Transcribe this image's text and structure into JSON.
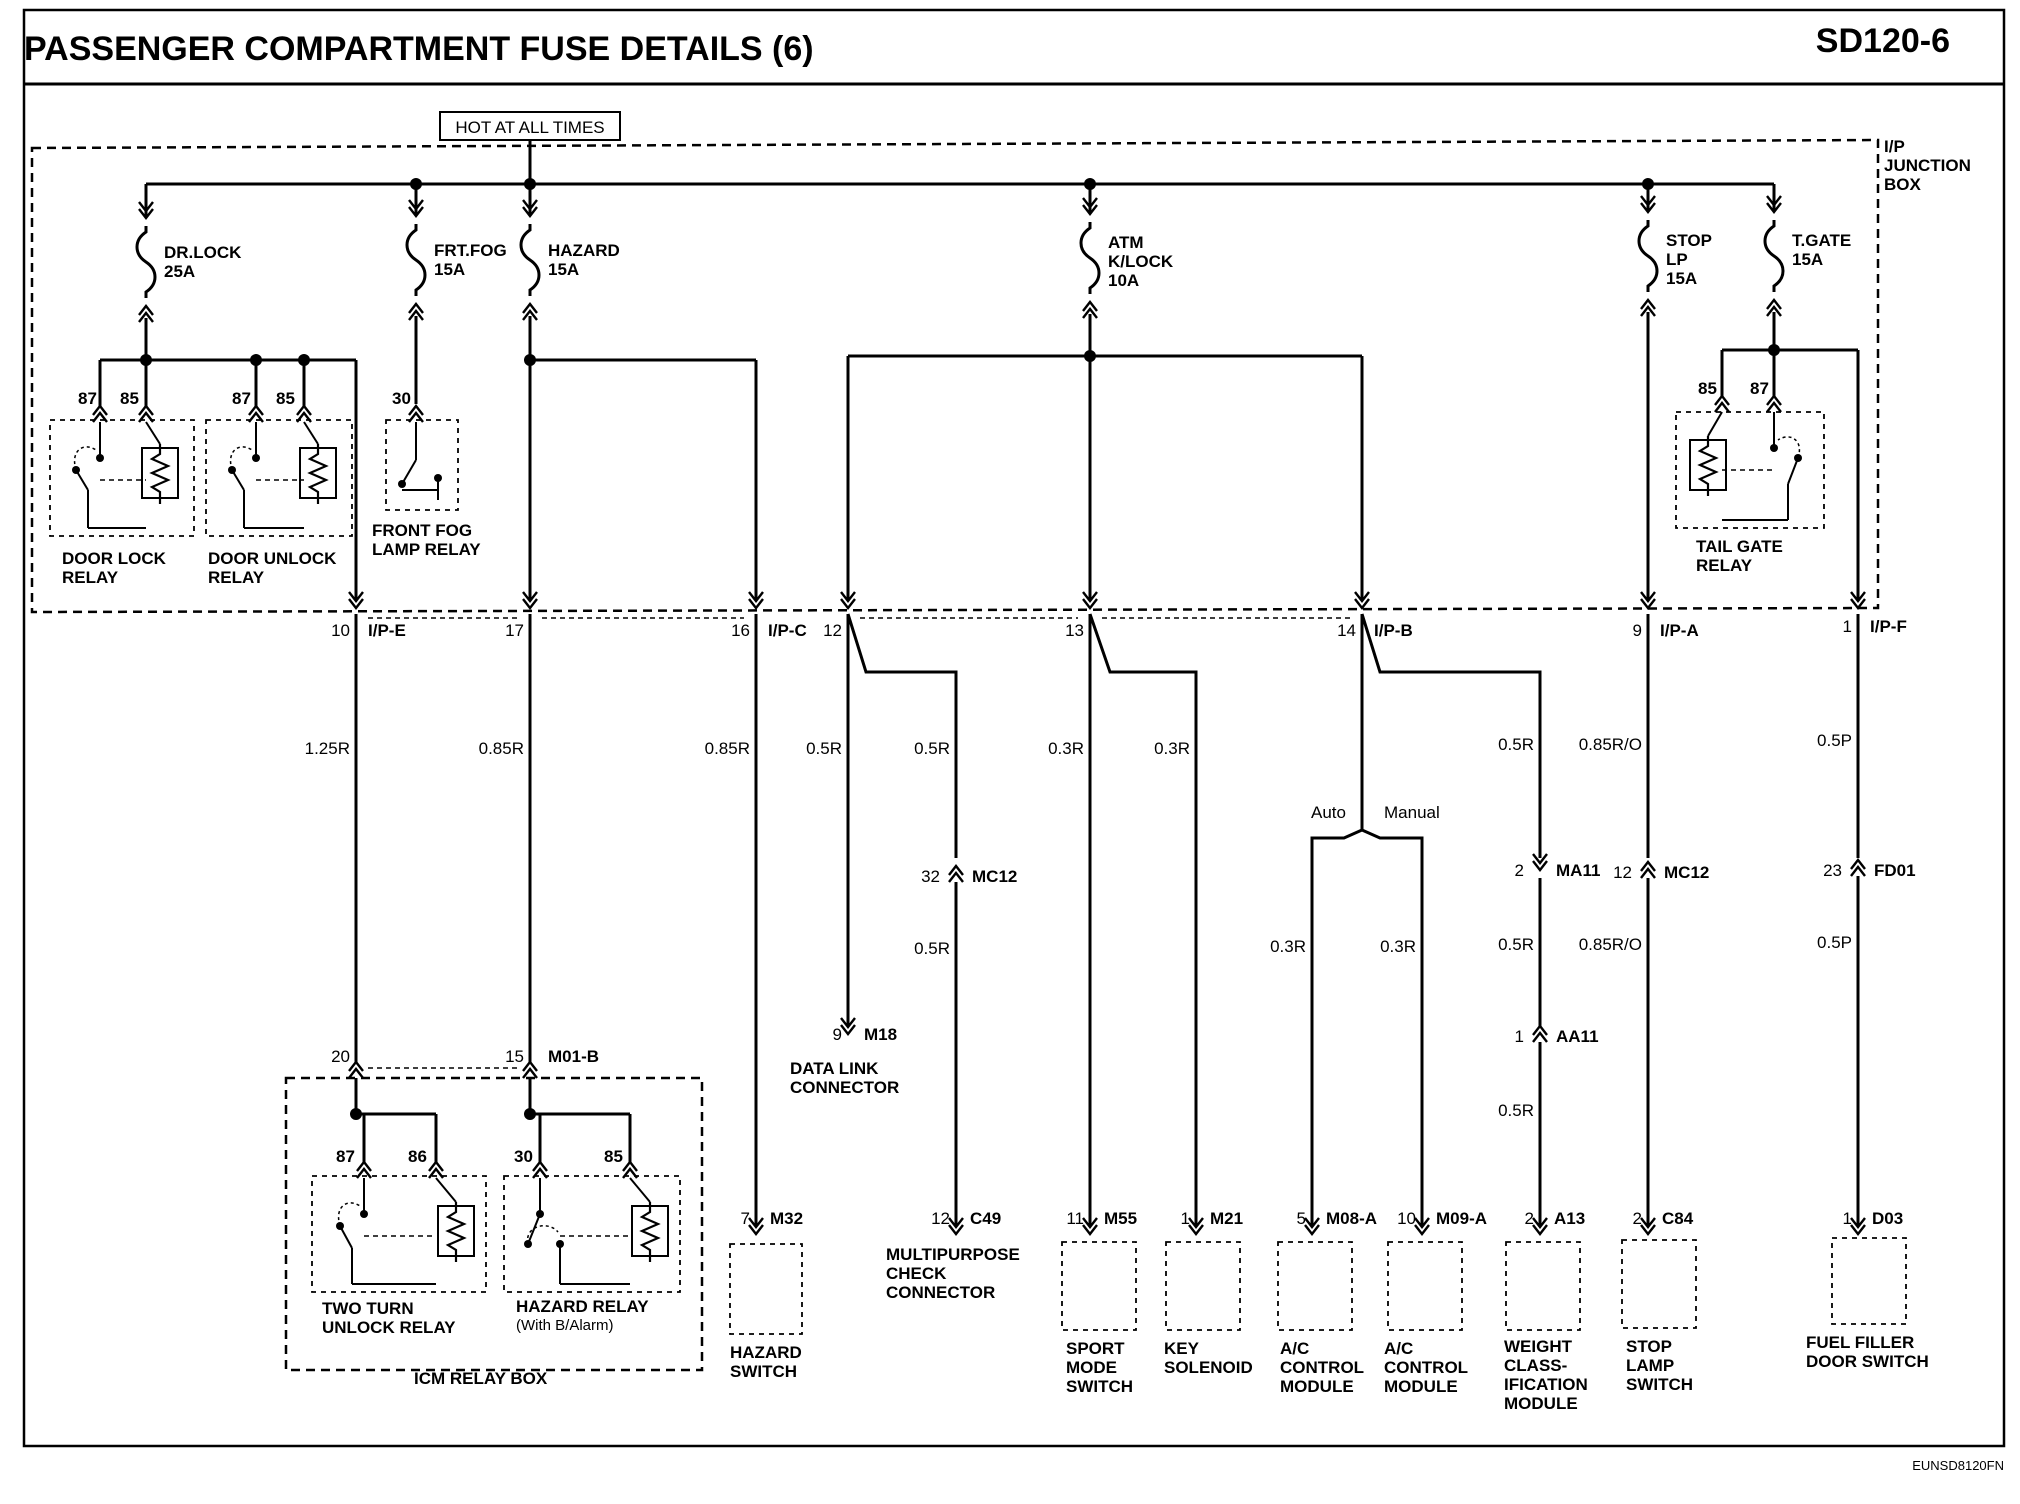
{
  "header": {
    "title": "PASSENGER COMPARTMENT FUSE DETAILS (6)",
    "page_code": "SD120-6"
  },
  "power": {
    "label": "HOT AT ALL TIMES"
  },
  "junction_box": {
    "label_1": "I/P",
    "label_2": "JUNCTION",
    "label_3": "BOX"
  },
  "fuses": {
    "drlock": {
      "name": "DR.LOCK",
      "rating": "25A"
    },
    "frtfog": {
      "name": "FRT.FOG",
      "rating": "15A"
    },
    "hazard": {
      "name": "HAZARD",
      "rating": "15A"
    },
    "atm": {
      "name_1": "ATM",
      "name_2": "K/LOCK",
      "rating": "10A"
    },
    "stoplp": {
      "name_1": "STOP",
      "name_2": "LP",
      "rating": "15A"
    },
    "tgate": {
      "name": "T.GATE",
      "rating": "15A"
    }
  },
  "relays": {
    "door_lock": {
      "line_1": "DOOR LOCK",
      "line_2": "RELAY",
      "pin_a": "87",
      "pin_b": "85"
    },
    "door_unlock": {
      "line_1": "DOOR UNLOCK",
      "line_2": "RELAY",
      "pin_a": "87",
      "pin_b": "85"
    },
    "front_fog": {
      "line_1": "FRONT FOG",
      "line_2": "LAMP RELAY",
      "pin": "30"
    },
    "tail_gate": {
      "line_1": "TAIL GATE",
      "line_2": "RELAY",
      "pin_a": "85",
      "pin_b": "87"
    },
    "two_turn": {
      "line_1": "TWO TURN",
      "line_2": "UNLOCK RELAY",
      "pin_a": "87",
      "pin_b": "86"
    },
    "hazard_relay": {
      "line_1": "HAZARD RELAY",
      "line_2": "(With B/Alarm)",
      "pin_a": "30",
      "pin_b": "85"
    }
  },
  "icm": {
    "label": "ICM RELAY BOX",
    "pin_a": "20",
    "pin_b": "15",
    "connector": "M01-B"
  },
  "connectors_top": [
    {
      "pin": "10",
      "name": "I/P-E"
    },
    {
      "pin": "17",
      "name": ""
    },
    {
      "pin": "16",
      "name": "I/P-C"
    },
    {
      "pin": "12",
      "name": ""
    },
    {
      "pin": "13",
      "name": ""
    },
    {
      "pin": "14",
      "name": "I/P-B"
    },
    {
      "pin": "9",
      "name": "I/P-A"
    },
    {
      "pin": "1",
      "name": "I/P-F"
    }
  ],
  "wires": {
    "w1": "1.25R",
    "w2": "0.85R",
    "w3": "0.85R",
    "w4": "0.5R",
    "w5": "0.5R",
    "w6": "0.3R",
    "w7": "0.3R",
    "w8": "0.5R",
    "w9": "0.85R/O",
    "w10": "0.5P",
    "w11": "0.5R",
    "w12": "0.3R",
    "w13": "0.3R",
    "w14": "0.5R",
    "w15": "0.85R/O",
    "w16": "0.5P",
    "w17": "0.5R"
  },
  "branch": {
    "auto": "Auto",
    "manual": "Manual"
  },
  "inline": {
    "mc12a": {
      "pin": "32",
      "name": "MC12"
    },
    "ma11": {
      "pin": "2",
      "name": "MA11"
    },
    "mc12b": {
      "pin": "12",
      "name": "MC12"
    },
    "fd01": {
      "pin": "23",
      "name": "FD01"
    },
    "aa11": {
      "pin": "1",
      "name": "AA11"
    }
  },
  "dlc": {
    "pin": "9",
    "name": "M18",
    "line_1": "DATA LINK",
    "line_2": "CONNECTOR"
  },
  "components": [
    {
      "pin": "7",
      "conn": "M32",
      "line_1": "HAZARD",
      "line_2": "SWITCH"
    },
    {
      "pin": "12",
      "conn": "C49",
      "line_1": "MULTIPURPOSE",
      "line_2": "CHECK",
      "line_3": "CONNECTOR"
    },
    {
      "pin": "11",
      "conn": "M55",
      "line_1": "SPORT",
      "line_2": "MODE",
      "line_3": "SWITCH"
    },
    {
      "pin": "1",
      "conn": "M21",
      "line_1": "KEY",
      "line_2": "SOLENOID"
    },
    {
      "pin": "5",
      "conn": "M08-A",
      "line_1": "A/C",
      "line_2": "CONTROL",
      "line_3": "MODULE"
    },
    {
      "pin": "10",
      "conn": "M09-A",
      "line_1": "A/C",
      "line_2": "CONTROL",
      "line_3": "MODULE"
    },
    {
      "pin": "2",
      "conn": "A13",
      "line_1": "WEIGHT",
      "line_2": "CLASS-",
      "line_3": "IFICATION",
      "line_4": "MODULE"
    },
    {
      "pin": "2",
      "conn": "C84",
      "line_1": "STOP",
      "line_2": "LAMP",
      "line_3": "SWITCH"
    },
    {
      "pin": "1",
      "conn": "D03",
      "line_1": "FUEL FILLER",
      "line_2": "DOOR SWITCH"
    }
  ],
  "footer": {
    "code": "EUNSD8120FN"
  }
}
